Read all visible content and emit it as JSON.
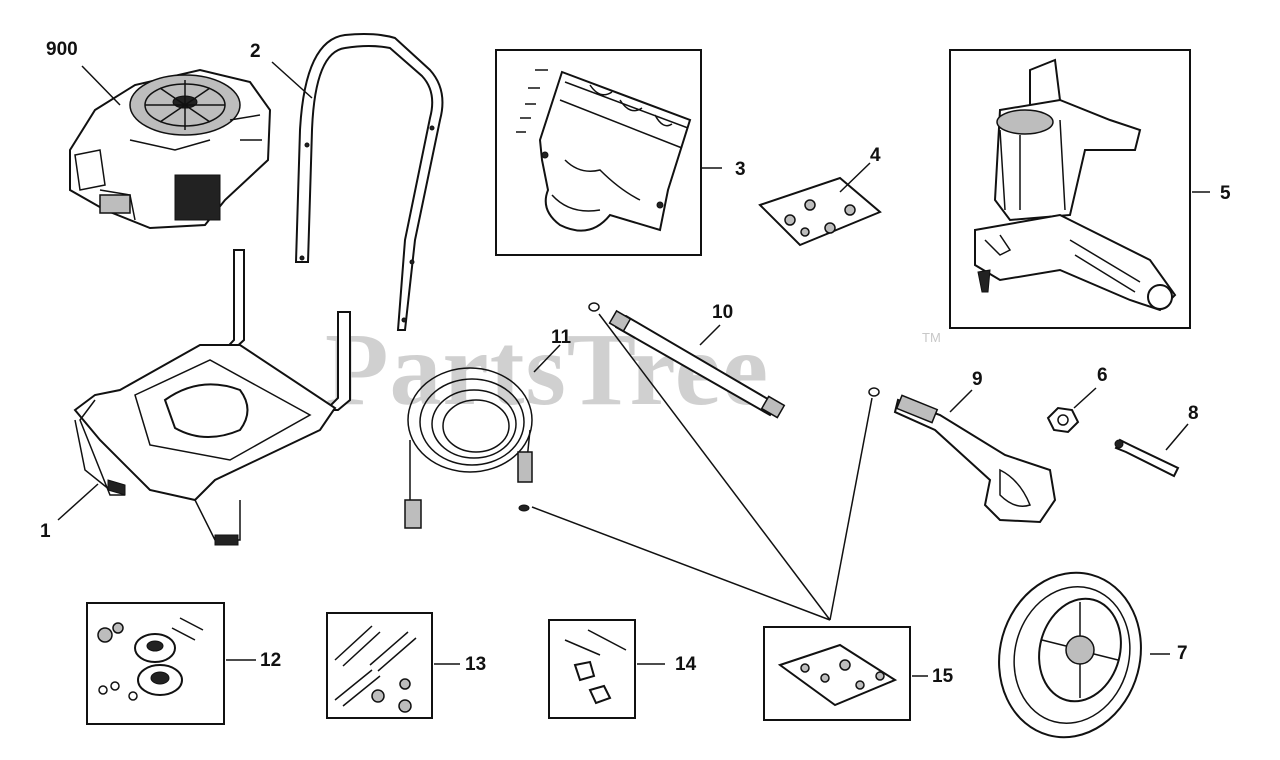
{
  "watermark": {
    "text": "PartsTree",
    "trademark": "TM"
  },
  "callouts": {
    "p900": "900",
    "p2": "2",
    "p3": "3",
    "p4": "4",
    "p5": "5",
    "p1": "1",
    "p11": "11",
    "p10": "10",
    "p9": "9",
    "p6": "6",
    "p8": "8",
    "p12": "12",
    "p13": "13",
    "p14": "14",
    "p15": "15",
    "p7": "7"
  }
}
